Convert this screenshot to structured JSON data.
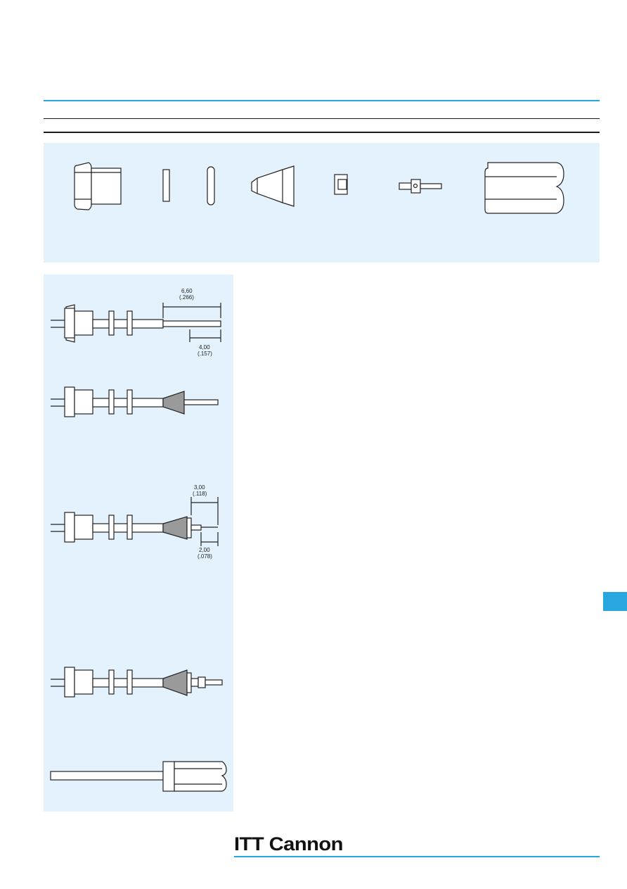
{
  "dimensions": {
    "strip_jacket_mm": "6,60",
    "strip_jacket_in": "(.266)",
    "strip_braid_mm": "4,00",
    "strip_braid_in": "(.157)",
    "strip_dielectric_mm": "3,00",
    "strip_dielectric_in": "(.118)",
    "strip_conductor_mm": "2,00",
    "strip_conductor_in": "(.078)"
  },
  "brand": {
    "logo_text": "ITT Cannon"
  },
  "colors": {
    "accent": "#27a6e0",
    "panel": "#e3f2fc"
  }
}
